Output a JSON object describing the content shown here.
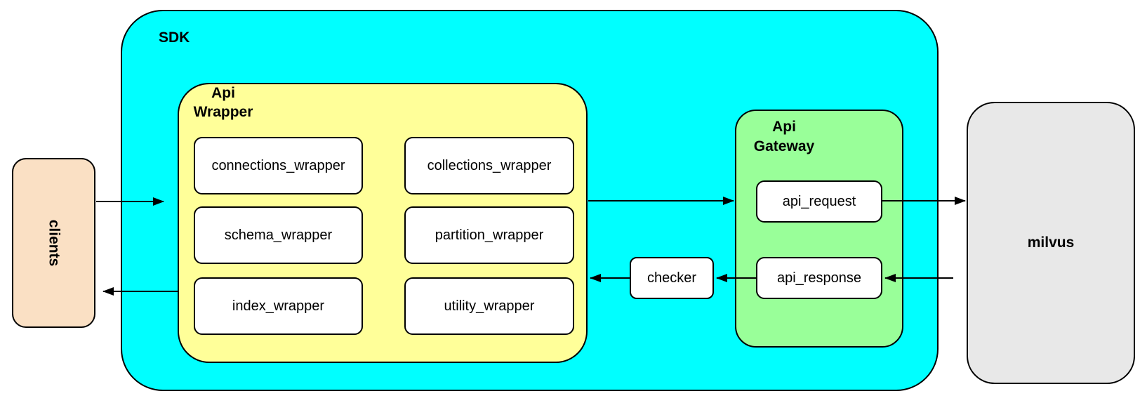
{
  "colors": {
    "canvas-bg": "#ffffff",
    "sdk-fill": "#00ffff",
    "wrapper-fill": "#ffff99",
    "gateway-fill": "#99ff99",
    "clients-fill": "#fae0c4",
    "milvus-fill": "#e8e8e8",
    "node-fill": "#ffffff",
    "stroke": "#000000"
  },
  "nodes": {
    "clients": {
      "label": "clients"
    },
    "sdk": {
      "label": "SDK"
    },
    "api_wrapper": {
      "label_line1": "Api",
      "label_line2": "Wrapper"
    },
    "wrapper_modules": [
      {
        "label": "connections_wrapper"
      },
      {
        "label": "collections_wrapper"
      },
      {
        "label": "schema_wrapper"
      },
      {
        "label": "partition_wrapper"
      },
      {
        "label": "index_wrapper"
      },
      {
        "label": "utility_wrapper"
      }
    ],
    "checker": {
      "label": "checker"
    },
    "api_gateway": {
      "label_line1": "Api",
      "label_line2": "Gateway"
    },
    "api_request": {
      "label": "api_request"
    },
    "api_response": {
      "label": "api_response"
    },
    "milvus": {
      "label": "milvus"
    }
  }
}
